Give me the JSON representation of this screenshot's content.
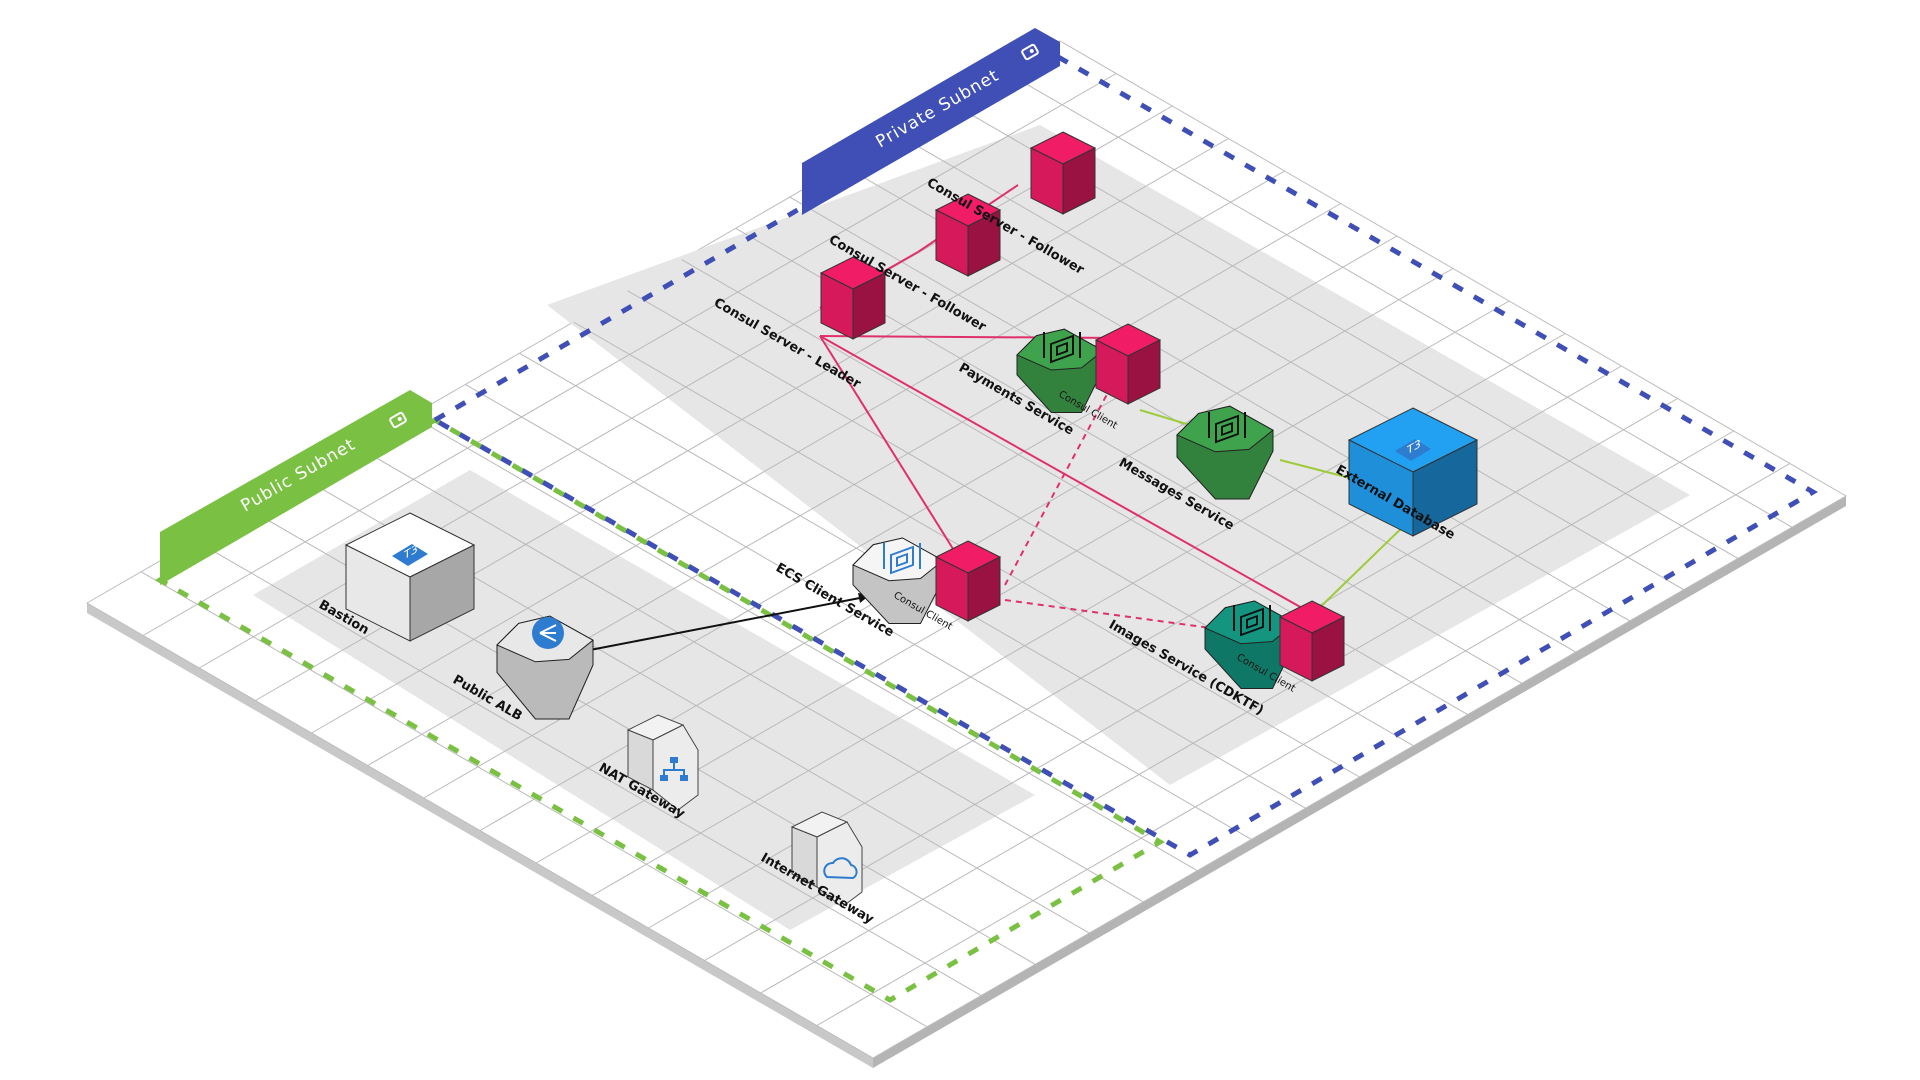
{
  "subnets": {
    "private": {
      "label": "Private Subnet",
      "color": "#3f4fb5"
    },
    "public": {
      "label": "Public Subnet",
      "color": "#7ac143"
    }
  },
  "nodes": {
    "consul_follower_1": {
      "label": "Consul Server - Follower",
      "icon": "pink-cube-icon"
    },
    "consul_follower_2": {
      "label": "Consul Server - Follower",
      "icon": "pink-cube-icon"
    },
    "consul_leader": {
      "label": "Consul Server - Leader",
      "icon": "pink-cube-icon"
    },
    "payments": {
      "label": "Payments Service",
      "sublabel": "Consul Client",
      "icon": "fargate-chip-icon"
    },
    "messages": {
      "label": "Messages Service",
      "icon": "fargate-chip-icon"
    },
    "external_db": {
      "label": "External Database",
      "badge": "T3",
      "icon": "ec2-instance-icon"
    },
    "ecs_client": {
      "label": "ECS Client Service",
      "sublabel": "Consul Client",
      "icon": "fargate-chip-icon"
    },
    "images": {
      "label": "Images Service (CDKTF)",
      "sublabel": "Consul Client",
      "icon": "fargate-chip-icon"
    },
    "bastion": {
      "label": "Bastion",
      "badge": "T3",
      "icon": "ec2-instance-icon"
    },
    "public_alb": {
      "label": "Public ALB",
      "icon": "load-balancer-icon"
    },
    "nat_gateway": {
      "label": "NAT Gateway",
      "icon": "network-tree-icon"
    },
    "internet_gateway": {
      "label": "Internet Gateway",
      "icon": "cloud-icon"
    }
  },
  "colors": {
    "consul_pink": "#d6195a",
    "fargate_green": "#3fa34d",
    "images_teal": "#13957f",
    "db_blue": "#1e8fd8",
    "grey_box": "#d9d9d9",
    "link_pink": "#e0306a",
    "link_green": "#9ccc3a",
    "link_black": "#111111"
  }
}
